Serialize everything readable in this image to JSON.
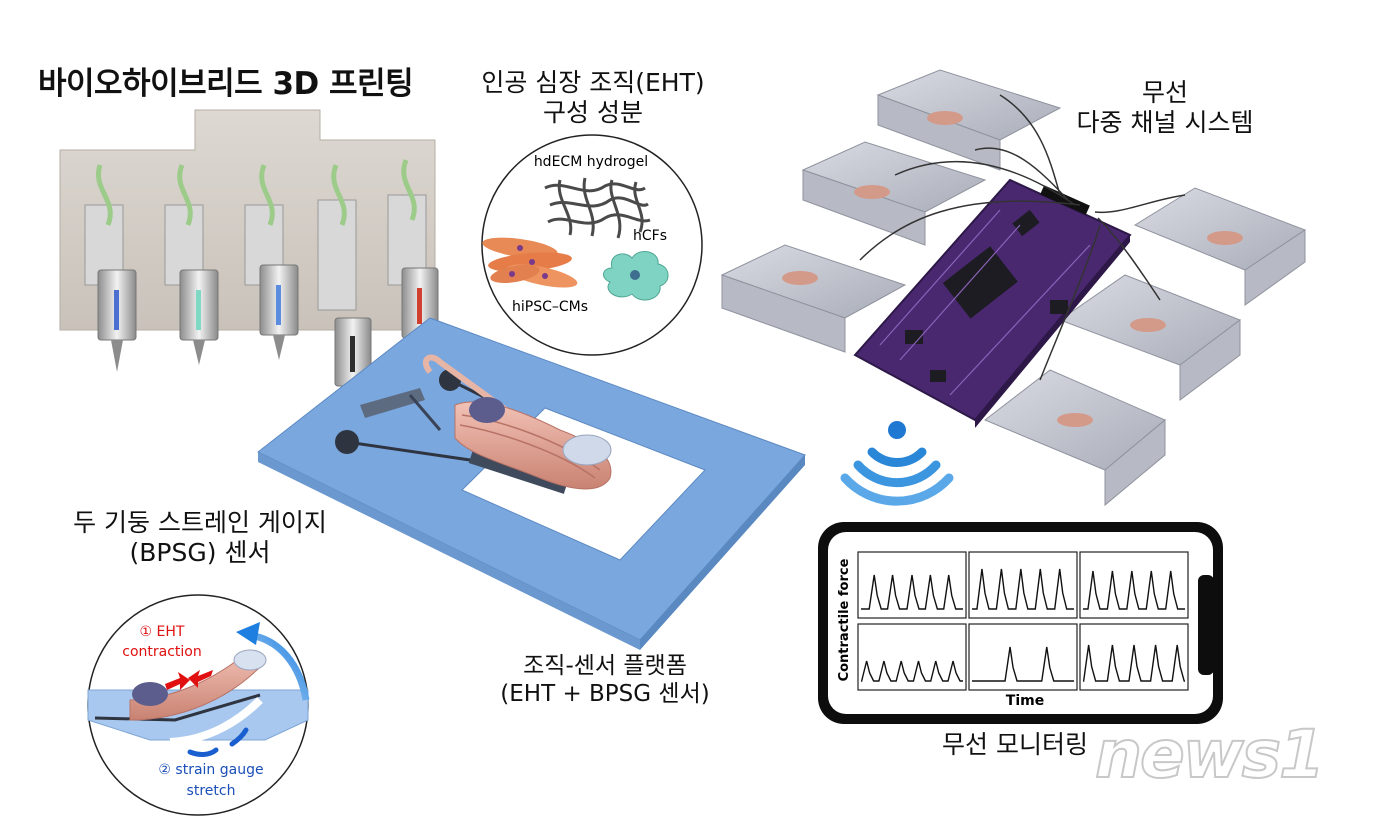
{
  "title": "바이오하이브리드 3D 프린팅",
  "components": {
    "title_line1": "인공 심장 조직(EHT)",
    "title_line2": "구성 성분",
    "hdecm": "hdECM hydrogel",
    "hcfs": "hCFs",
    "hipsc": "hiPSC–CMs"
  },
  "wireless_system": {
    "line1": "무선",
    "line2": "다중 채널 시스템"
  },
  "bpsg": {
    "line1": "두 기둥 스트레인 게이지",
    "line2": "(BPSG) 센서",
    "step1_line1": "① EHT",
    "step1_line2": "contraction",
    "step2_line1": "② strain gauge",
    "step2_line2": "stretch"
  },
  "platform": {
    "line1": "조직-센서 플랫폼",
    "line2": "(EHT + BPSG 센서)"
  },
  "monitoring": {
    "label": "무선 모니터링",
    "ylabel": "Contractile force",
    "xlabel": "Time"
  },
  "watermark": "news1",
  "colors": {
    "platform_blue": "#7aa7de",
    "tissue_pink": "#e3a89a",
    "pcb_purple": "#4a2870",
    "wifi_blue": "#2a86d6",
    "arrow_red": "#e01010",
    "arrow_blue": "#1a5fd0"
  }
}
